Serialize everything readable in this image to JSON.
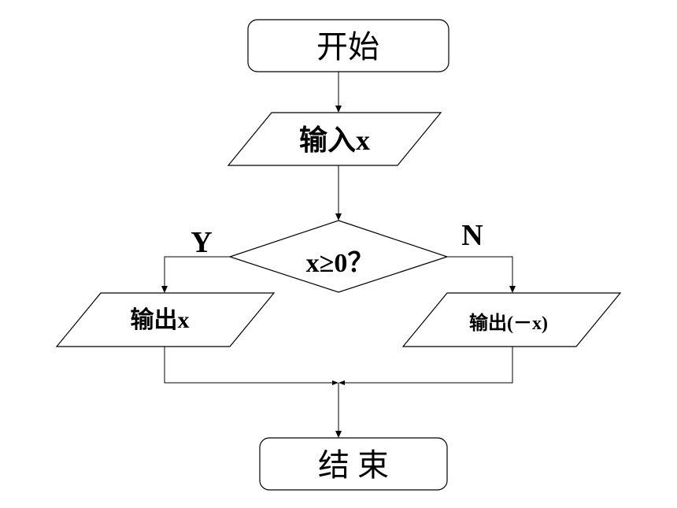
{
  "nodes": {
    "start": "开始",
    "input": "输入x",
    "decision": "x≥0？",
    "output_left": "输出x",
    "output_right": "输出(－x)",
    "end": "结 束"
  },
  "branches": {
    "yes": "Y",
    "no": "N"
  }
}
